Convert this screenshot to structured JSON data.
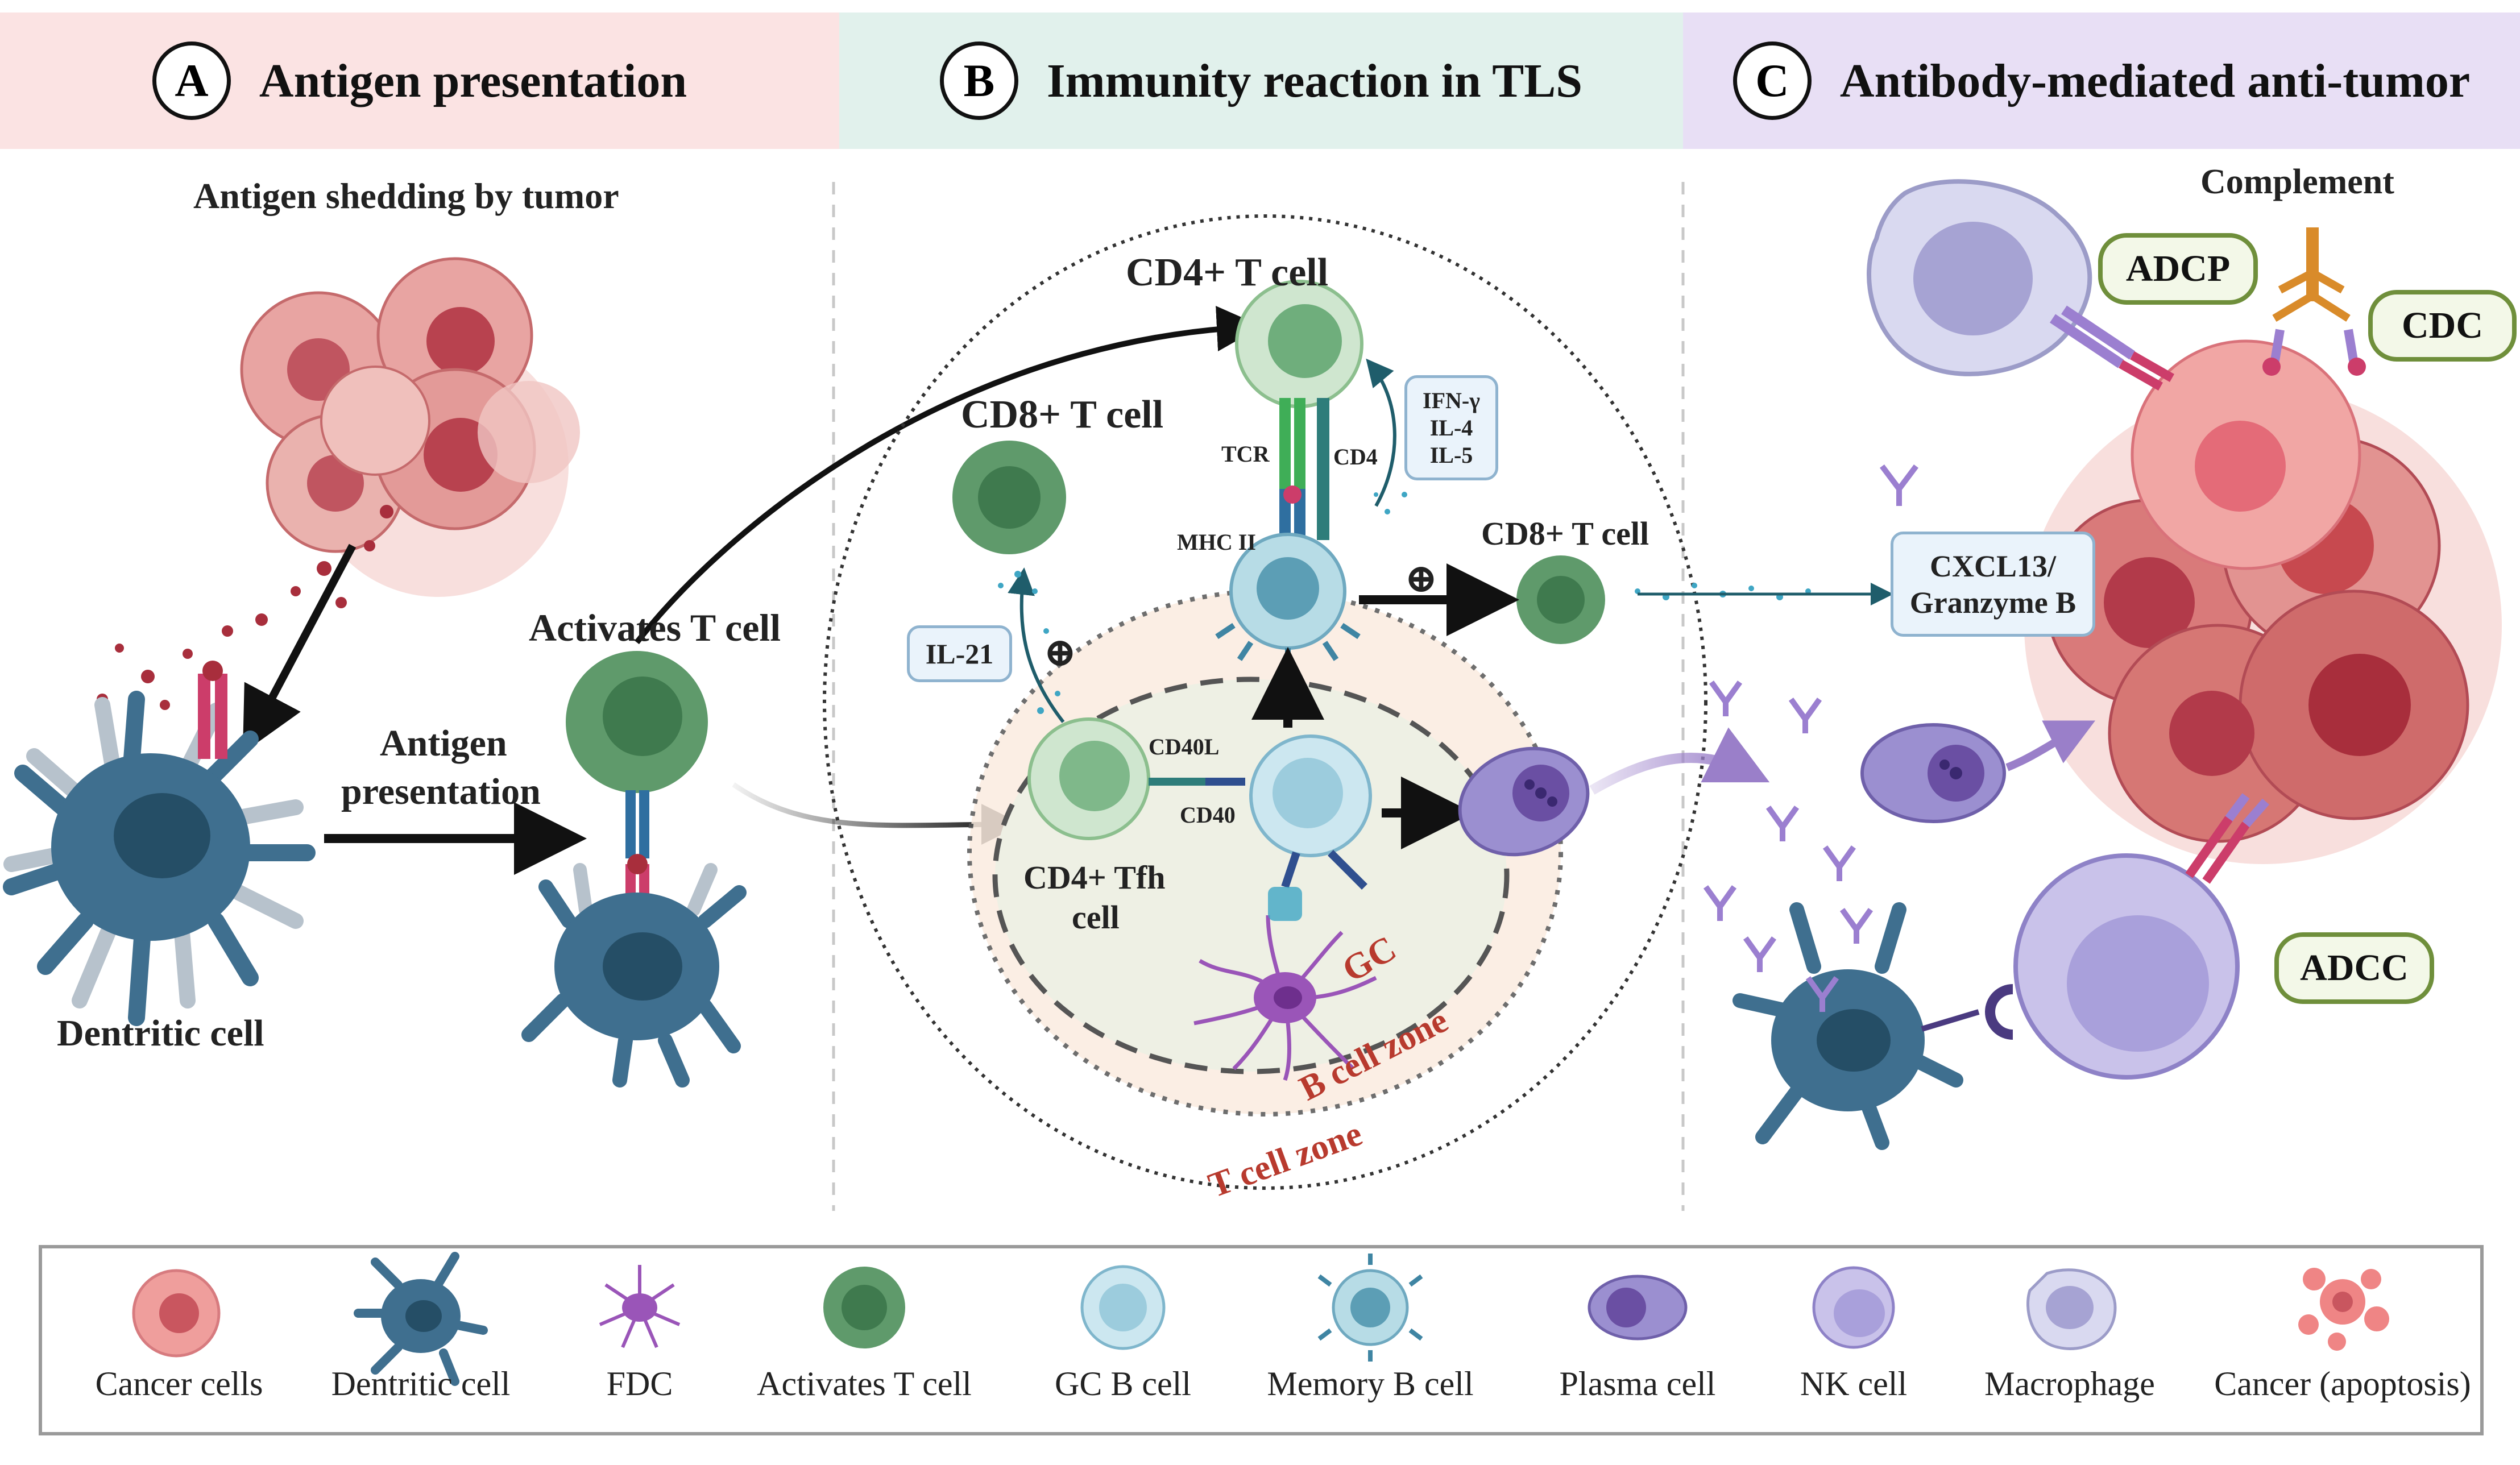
{
  "panels": {
    "a": {
      "letter": "A",
      "title": "Antigen presentation",
      "bg": "#fbe3e3"
    },
    "b": {
      "letter": "B",
      "title": "Immunity reaction in TLS",
      "bg": "#e1f1ec"
    },
    "c": {
      "letter": "C",
      "title": "Antibody-mediated anti-tumor",
      "bg": "#e8dff5"
    }
  },
  "panel_a": {
    "antigen_shedding": "Antigen shedding by tumor",
    "dendritic_cell": "Dentritic cell",
    "antigen_presentation": [
      "Antigen",
      "presentation"
    ],
    "activates_t_cell": "Activates T cell"
  },
  "panel_b": {
    "cd4_t_cell": "CD4+ T cell",
    "cd8_t_cell": "CD8+ T cell",
    "cd8_t_cell_right": "CD8+ T cell",
    "tcr": "TCR",
    "cd4": "CD4",
    "mhc2": "MHC II",
    "cytokines": [
      "IFN-γ",
      "IL-4",
      "IL-5"
    ],
    "il21": "IL-21",
    "plus": "⊕",
    "cd40l": "CD40L",
    "cd40": "CD40",
    "tfh": [
      "CD4+ Tfh",
      "cell"
    ],
    "gc": "GC",
    "b_zone": "B cell zone",
    "t_zone": "T cell zone"
  },
  "panel_c": {
    "complement": "Complement",
    "adcp": "ADCP",
    "cdc": "CDC",
    "adcc": "ADCC",
    "cxcl13": [
      "CXCL13/",
      "Granzyme B"
    ]
  },
  "legend": [
    {
      "label": "Cancer cells",
      "icon": "cancer-cell-icon"
    },
    {
      "label": "Dentritic cell",
      "icon": "dendritic-cell-icon"
    },
    {
      "label": "FDC",
      "icon": "fdc-icon"
    },
    {
      "label": "Activates T cell",
      "icon": "activated-t-cell-icon"
    },
    {
      "label": "GC B cell",
      "icon": "gc-b-cell-icon"
    },
    {
      "label": "Memory B cell",
      "icon": "memory-b-cell-icon"
    },
    {
      "label": "Plasma cell",
      "icon": "plasma-cell-icon"
    },
    {
      "label": "NK cell",
      "icon": "nk-cell-icon"
    },
    {
      "label": "Macrophage",
      "icon": "macrophage-icon"
    },
    {
      "label": "Cancer (apoptosis)",
      "icon": "apoptotic-cancer-icon"
    }
  ],
  "colors": {
    "cancer": "#d97a7a",
    "dendritic": "#3f6f8f",
    "t_cell": "#5f9a6b",
    "gc_b": "#a9d6e3",
    "plasma": "#9b8fd0",
    "nk": "#b5ace0",
    "fdc": "#9a55b8",
    "red_text": "#b83a2e"
  }
}
